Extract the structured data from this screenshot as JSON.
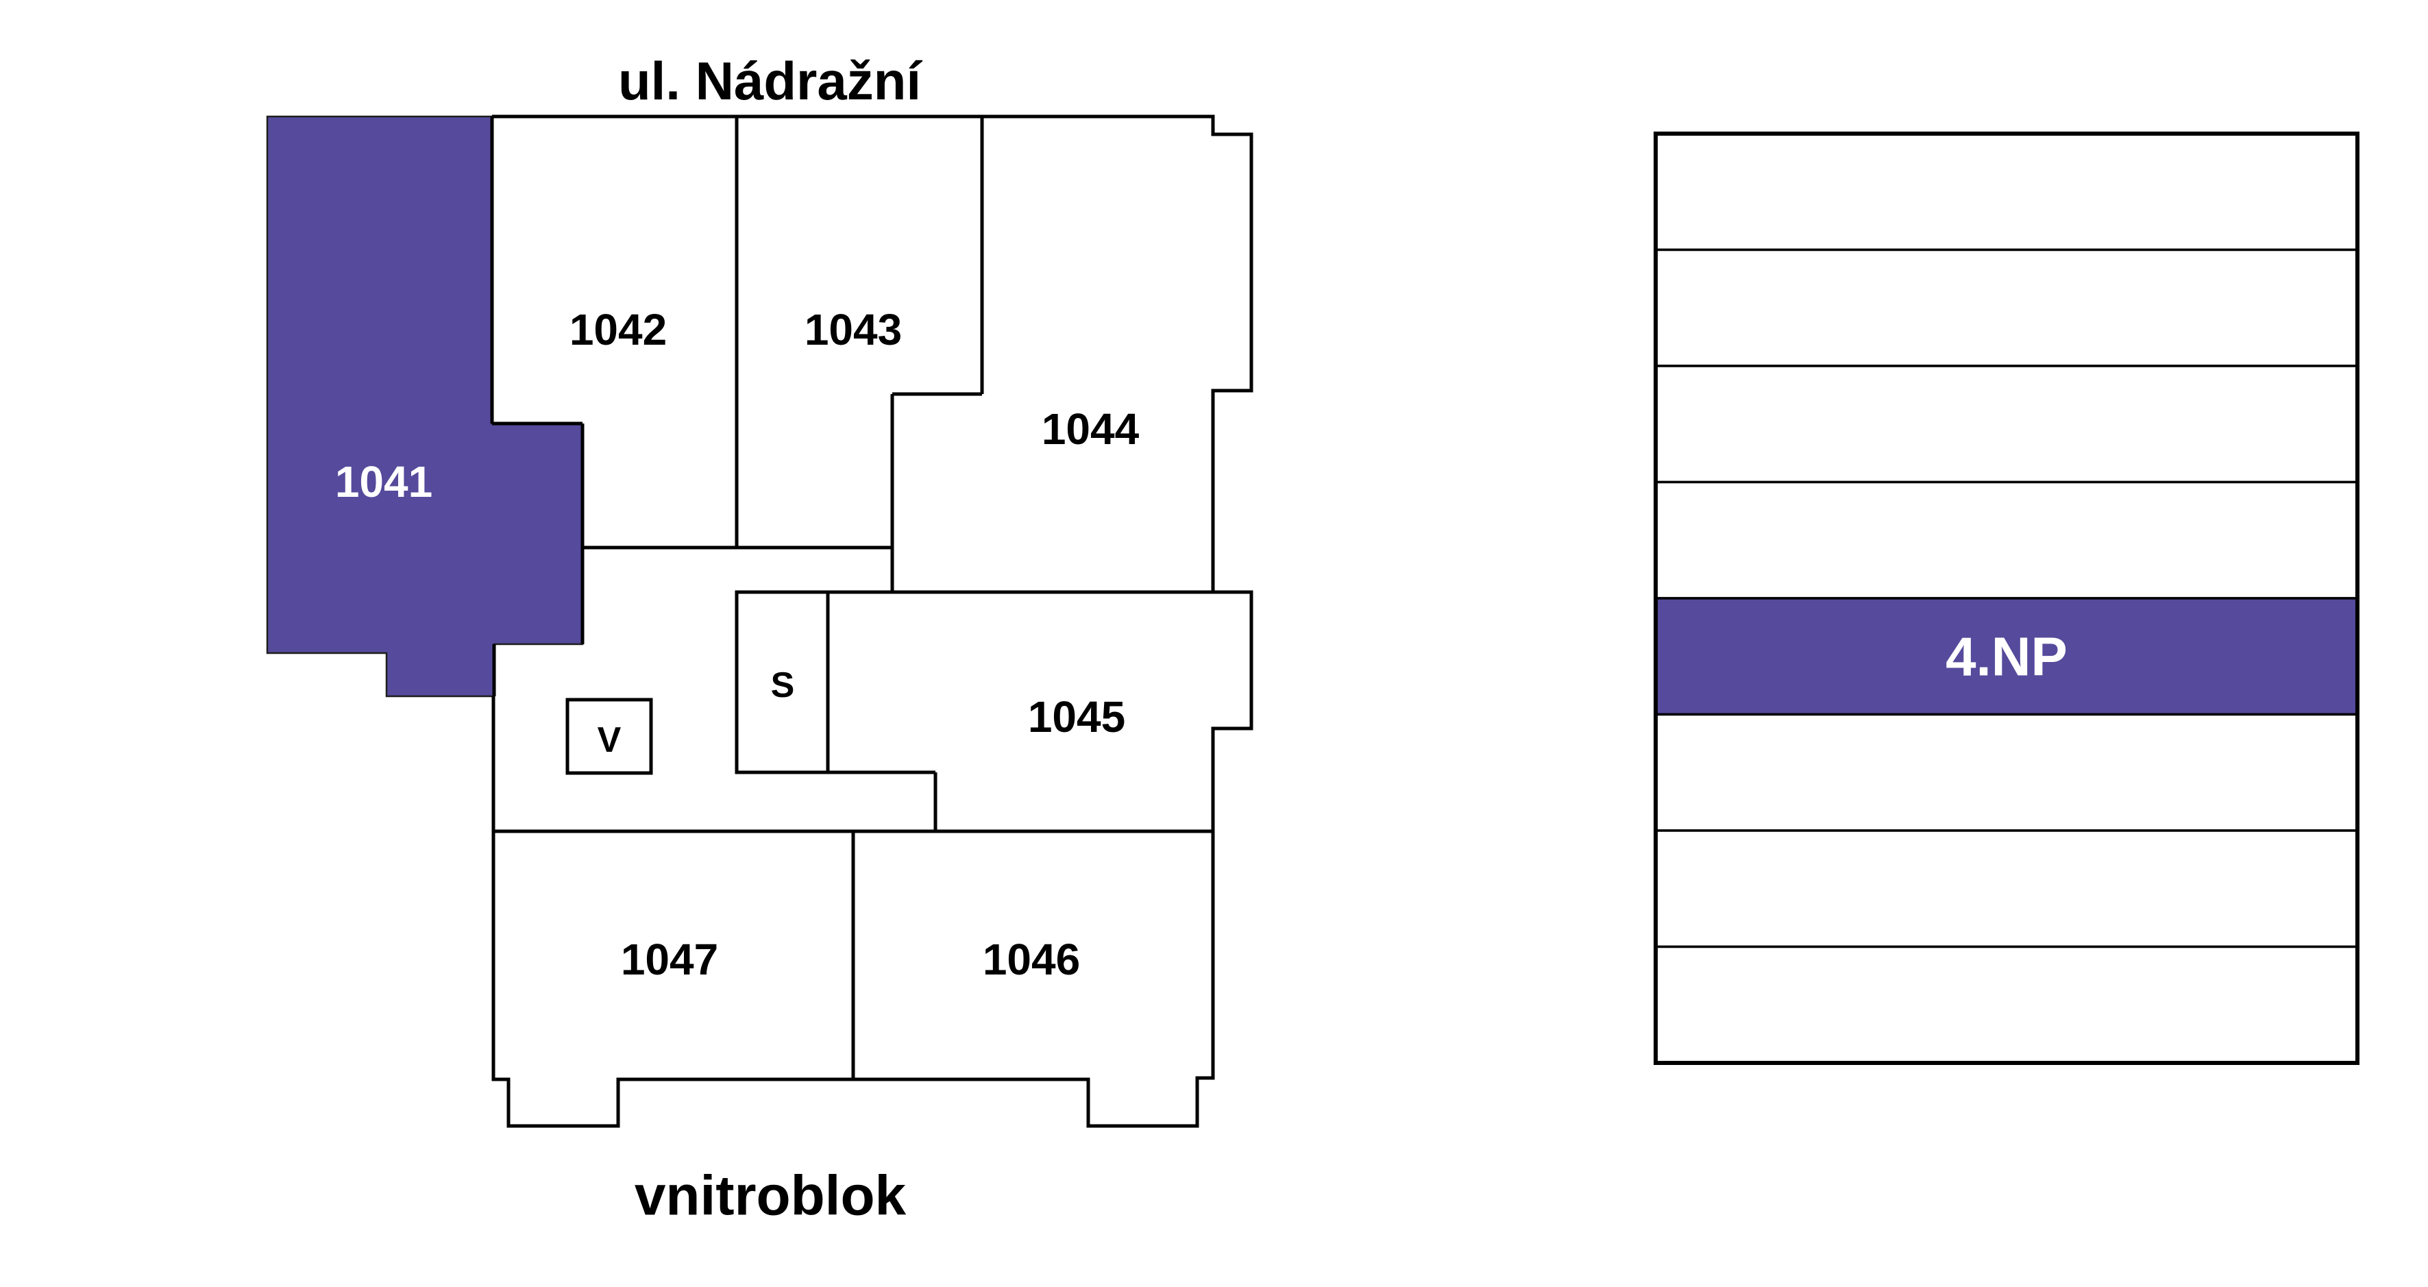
{
  "colors": {
    "accent": "#554A9B",
    "wall": "#000000",
    "background": "#FFFFFF",
    "active_floor_text": "#FFFFFF",
    "selected_unit_text": "#FFFFFF",
    "label_text": "#000000"
  },
  "floorplan": {
    "street_top": "ul. Nádražní",
    "street_bottom": "vnitroblok",
    "units": [
      {
        "id": "1041",
        "label": "1041",
        "selected": true
      },
      {
        "id": "1042",
        "label": "1042",
        "selected": false
      },
      {
        "id": "1043",
        "label": "1043",
        "selected": false
      },
      {
        "id": "1044",
        "label": "1044",
        "selected": false
      },
      {
        "id": "1045",
        "label": "1045",
        "selected": false
      },
      {
        "id": "1046",
        "label": "1046",
        "selected": false
      },
      {
        "id": "1047",
        "label": "1047",
        "selected": false
      }
    ],
    "shafts": [
      {
        "id": "S",
        "label": "S"
      },
      {
        "id": "V",
        "label": "V"
      }
    ]
  },
  "floor_selector": {
    "floors": [
      {
        "label": "",
        "active": false
      },
      {
        "label": "",
        "active": false
      },
      {
        "label": "",
        "active": false
      },
      {
        "label": "",
        "active": false
      },
      {
        "label": "4.NP",
        "active": true
      },
      {
        "label": "",
        "active": false
      },
      {
        "label": "",
        "active": false
      },
      {
        "label": "",
        "active": false
      }
    ],
    "active_floor_label": "4.NP"
  }
}
